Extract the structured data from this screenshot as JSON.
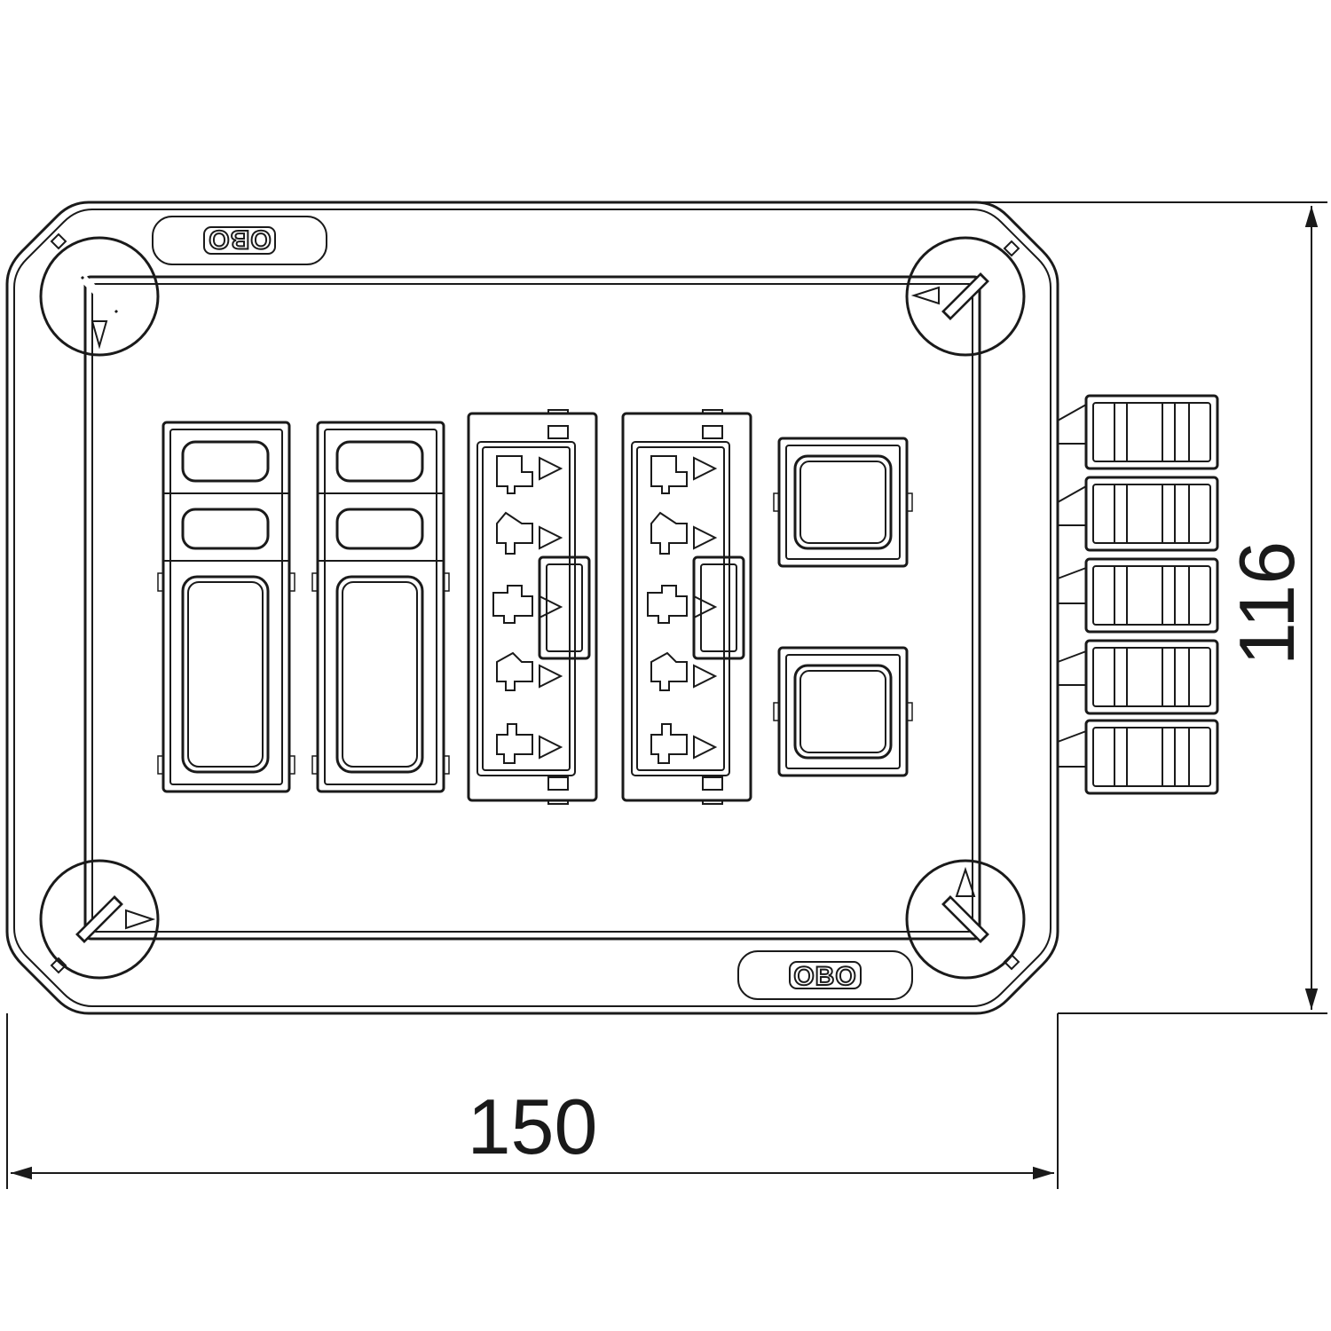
{
  "dimensions": {
    "width_label": "150",
    "height_label": "116"
  },
  "logos": {
    "top_logo": "OBO",
    "bottom_logo": "OBO"
  }
}
